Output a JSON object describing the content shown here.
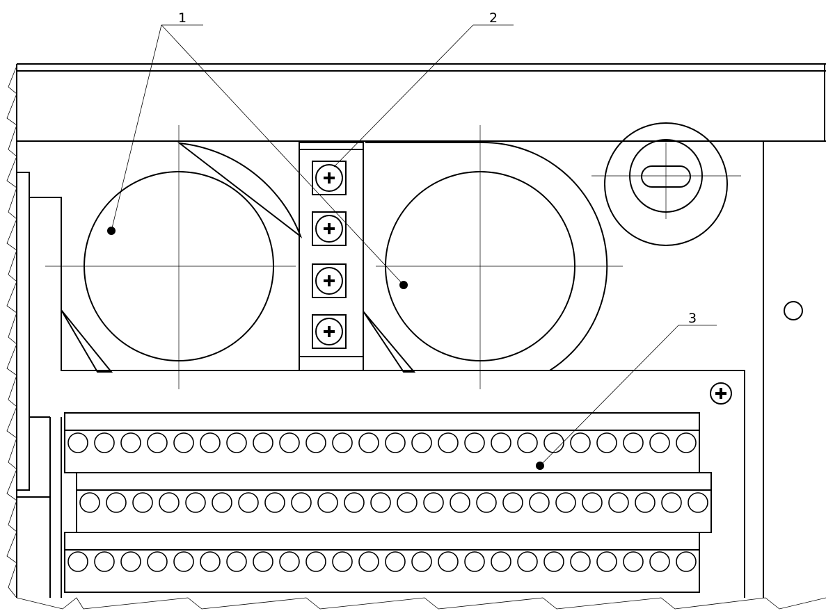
{
  "callouts": [
    {
      "id": "callout-1",
      "label": "1"
    },
    {
      "id": "callout-2",
      "label": "2"
    },
    {
      "id": "callout-3",
      "label": "3"
    }
  ],
  "terminal_blocks": {
    "rows": 3,
    "holes_per_row": 24
  },
  "fasteners": {
    "screw_strip_count": 4,
    "icon": "plus-screw-icon"
  },
  "colors": {
    "line": "#000000",
    "background": "#ffffff"
  }
}
